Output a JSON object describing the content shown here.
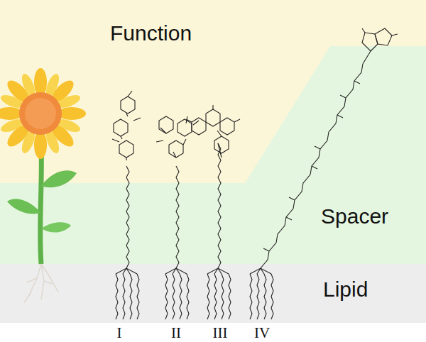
{
  "diagram": {
    "nodes": [
      {
        "text": [
          "Function"
        ]
      },
      {
        "text": [
          "Spacer"
        ]
      },
      {
        "text": [
          "Lipid"
        ]
      }
    ],
    "labels": [
      "I",
      "II",
      "III",
      "IV"
    ]
  }
}
